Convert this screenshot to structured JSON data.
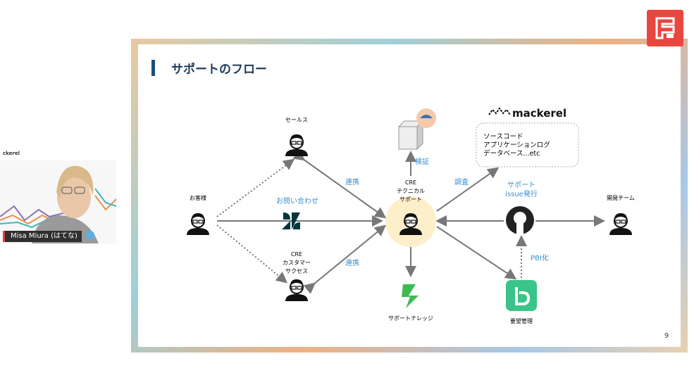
{
  "webcam": {
    "overlay_text": "ckerel",
    "participant_name": "Misa Miura (はてな)"
  },
  "slide": {
    "title": "サポートのフロー",
    "page_number": "9",
    "nodes": {
      "sales": "セールス",
      "customer": "お客様",
      "inquiry": "お問い合わせ",
      "cre_cs": [
        "CRE",
        "カスタマー",
        "サクセス"
      ],
      "cre_tech": [
        "CRE",
        "テクニカル",
        "サポート"
      ],
      "verify": "検証",
      "mackerel": "mackerel",
      "data_sources": [
        "ソースコード",
        "アプリケーションログ",
        "データベース...etc"
      ],
      "investigate": "調査",
      "issue": [
        "サポート",
        "issue発行"
      ],
      "dev_team": "開発チーム",
      "pbi": "PBI化",
      "request_mgmt": "要望管理",
      "knowledge": "サポートナレッジ",
      "link1": "連携",
      "link2": "連携"
    }
  },
  "colors": {
    "accent": "#3b8fd0",
    "title_bar": "#1f4e79",
    "logo": "#e8473f",
    "zendesk": "#03363d",
    "github": "#222222",
    "request_icon": "#3ac48a"
  }
}
